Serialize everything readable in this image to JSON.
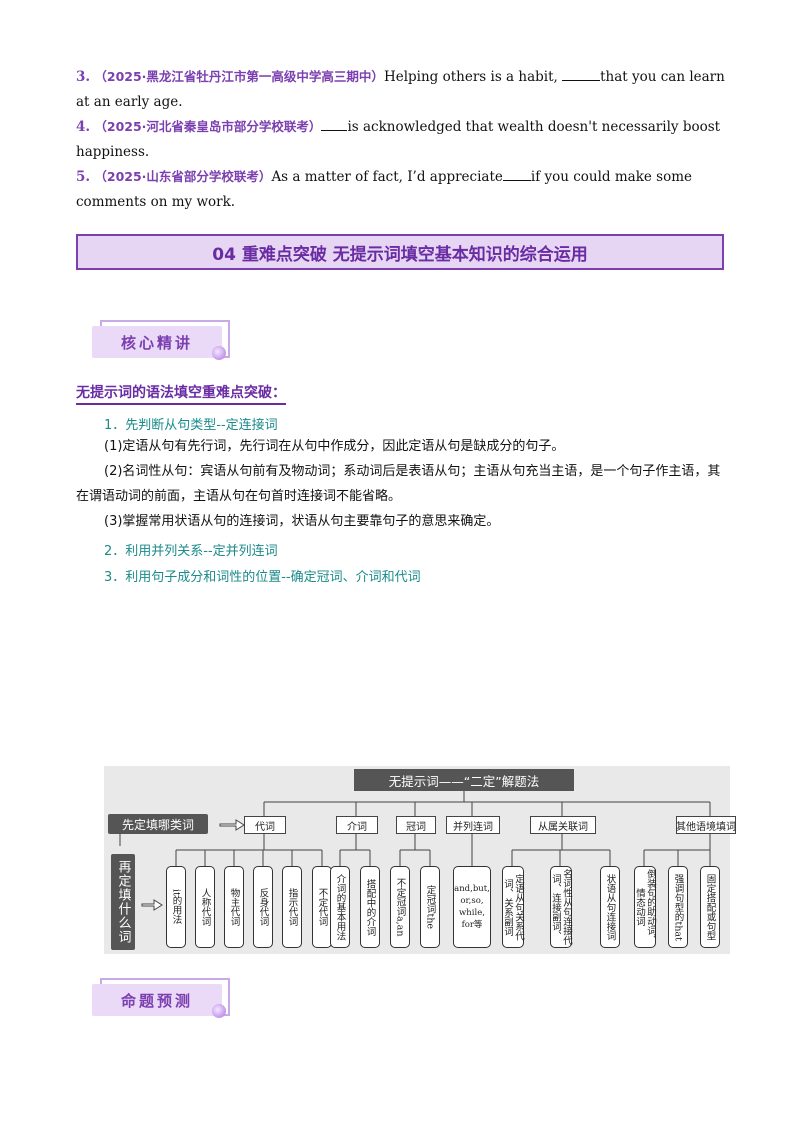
{
  "questions": [
    {
      "num": "3.",
      "source": "（2025·黑龙江省牡丹江市第一高级中学高三期中）",
      "before": "Helping others is a habit,",
      "after": "that you can learn at an early age."
    },
    {
      "num": "4.",
      "source": "（2025·河北省秦皇岛市部分学校联考）",
      "before": "",
      "after": "is acknowledged that wealth doesn't necessarily boost happiness."
    },
    {
      "num": "5.",
      "source": "（2025·山东省部分学校联考）",
      "before": "As a matter of fact, I’d appreciate",
      "after": "if you could make some comments on my work."
    }
  ],
  "section_title": "04 重难点突破 无提示词填空基本知识的综合运用",
  "tag_core": "核心精讲",
  "subheading": "无提示词的语法填空重难点突破：",
  "points": [
    "1．先判断从句类型--定连接词",
    "2．利用并列关系--定并列连词",
    "3．利用句子成分和词性的位置--确定冠词、介词和代词"
  ],
  "paragraphs": [
    "(1)定语从句有先行词，先行词在从句中作成分，因此定语从句是缺成分的句子。",
    "(2)名词性从句：宾语从句前有及物动词；系动词后是表语从句；主语从句充当主语，是一个句子作主语，其在谓语动词的前面，主语从句在句首时连接词不能省略。",
    "(3)掌握常用状语从句的连接词，状语从句主要靠句子的意思来确定。"
  ],
  "diagram": {
    "title": "无提示词——“二定”解题法",
    "step1": "先定填哪类词",
    "step2": "再定填什么词",
    "categories": [
      "代词",
      "介词",
      "冠词",
      "并列连词",
      "从属关联词",
      "其他语境填词"
    ],
    "leaves": [
      "it的用法",
      "人称代词",
      "物主代词",
      "反身代词",
      "指示代词",
      "不定代词",
      "介词的基本用法",
      "搭配中的介词",
      "不定冠词a,an",
      "定冠词the",
      "and,but, or,so, while, for等",
      "定语从句关系代词、关系副词",
      "名词性从句连接代词、连接副词、",
      "状语从句连接词",
      "倒装句的助动词、情态动词",
      "强调句型的that",
      "固定搭配或句型"
    ]
  },
  "tag_predict": "命题预测"
}
